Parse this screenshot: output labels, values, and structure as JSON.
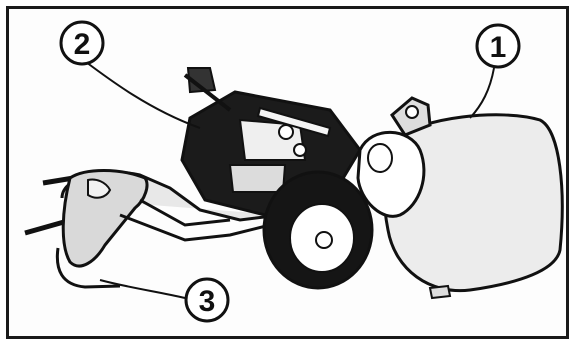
{
  "figure": {
    "colors": {
      "ink": "#111111",
      "paper": "#ffffff",
      "mid_gray": "#cfcfcf",
      "light_gray": "#ececec"
    },
    "callouts": [
      {
        "id": "housing",
        "label": "1"
      },
      {
        "id": "engine",
        "label": "2"
      },
      {
        "id": "handle",
        "label": "3"
      }
    ]
  }
}
